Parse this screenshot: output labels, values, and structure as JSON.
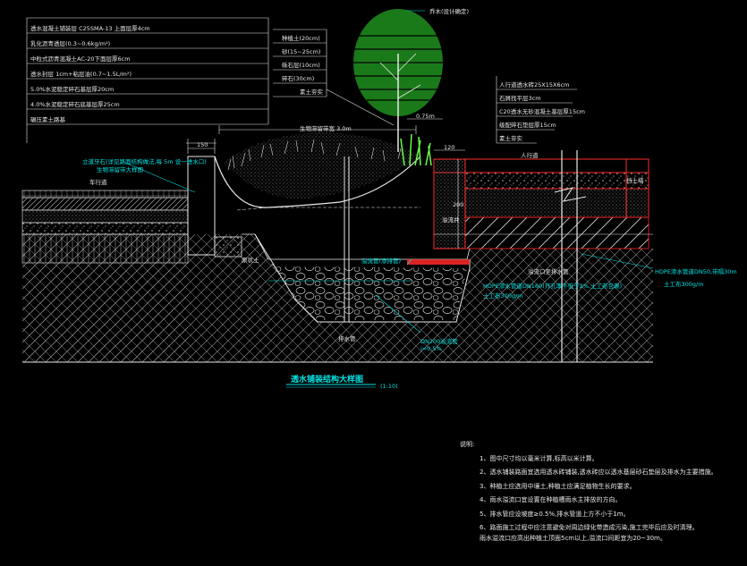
{
  "colors": {
    "background": "#000000",
    "line": "#e8e8e8",
    "cyan": "#00e5e5",
    "red": "#ff2a2a",
    "green": "#22c022",
    "bright_green": "#66ff44"
  },
  "left_layers": [
    "透水混凝土铺装层 C25SMA-13 上面层厚4cm",
    "乳化沥青透层(0.3~0.6kg/m²)",
    "中粒式沥青混凝土AC-20下面层厚6cm",
    "透水封层 1cm+粘层油(0.7~1.5L/m²)",
    "5.0%水泥稳定碎石基层厚20cm",
    "4.0%水泥稳定碎石底基层厚25cm",
    "碾压素土路基"
  ],
  "right_table": [
    "种植土(20cm)",
    "砂(15~25cm)",
    "砾石层(10cm)",
    "碎石(30cm)",
    "素土夯实"
  ],
  "tree_label": "乔木(设计确定)",
  "bed_label": "生物滞留带宽 3.0m",
  "bed_width": "0.75m",
  "curb_width": "150",
  "curb_label": "立道牙石(详见路面结构做法,每 5m 设一进水口)",
  "curb_sub": "生物滞留带大样图",
  "lane_label": "车行道",
  "pave_layers": [
    "人行道透水砖25X15X6cm",
    "石屑找平层3cm",
    "C20透水无砂混凝土基层厚15cm",
    "级配碎石垫层厚15cm",
    "素土夯实"
  ],
  "ped_label": "人行道",
  "dim_120": "120",
  "dim_200": "200",
  "col_label": "溢流井",
  "wall_label": "挡土墙",
  "drain_label": "溢流口至排水管",
  "hdpe_label": "HDPE渗水管道DN50,带隔30m",
  "hdpe_sub": "土工布300g/m",
  "hdpe_left": "HDPE渗水管道DN160(开孔率不低于2%,土工布包裹)",
  "hdpe_left_sub": "土工布300g/m",
  "pipe_label": "溢流管(渗排管)",
  "soil_label": "原状土",
  "pipe_spec": "DN200溢流管",
  "pipe_spec2": "i=0.5%",
  "down_label": "排水管",
  "title": "透水铺装结构大样图",
  "scale": "(1:10)",
  "notes_title": "说明:",
  "notes": [
    "1、图中尺寸均以毫米计算,标高以米计算。",
    "2、透水铺装路面宜选用透水砖铺装,透水砖应以透水基层砂石垫层及排水为主要措施。",
    "3、种植土应选用中壤土,种植土应满足植物生长的要求。",
    "4、雨水溢流口宜设置在种植槽雨水主排放的方向。",
    "5、排水管应设坡度≥0.5%,排水管道上方不小于1m。",
    "6、路面施工过程中应注意避免对周边绿化带造成污染,施工完毕后应及时清理。",
    "   雨水溢流口应高出种植土顶面5cm以上,溢流口间距宜为20~30m。"
  ]
}
